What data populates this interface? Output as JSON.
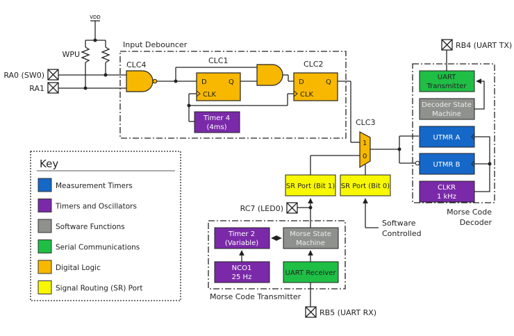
{
  "colors": {
    "measurement": "#1568c8",
    "timer": "#7a2aa8",
    "software": "#8f918c",
    "serial": "#1fbe45",
    "logic": "#f8b800",
    "sr": "#f8f800"
  },
  "pins": {
    "vdd": "VDD",
    "wpu": "WPU",
    "ra0": "RA0 (SW0)",
    "ra1": "RA1",
    "rb4": "RB4 (UART TX)",
    "rc7": "RC7 (LED0)",
    "rb5": "RB5 (UART RX)"
  },
  "groups": {
    "debouncer": "Input Debouncer",
    "decoder_l1": "Morse Code",
    "decoder_l2": "Decoder",
    "transmitter": "Morse Code Transmitter"
  },
  "logic": {
    "clc4": "CLC4",
    "clc1": "CLC1",
    "clc2": "CLC2",
    "clc3": "CLC3",
    "d": "D",
    "q": "Q",
    "clk": "CLK",
    "mux1": "1",
    "mux0": "0"
  },
  "blocks": {
    "timer4_l1": "Timer 4",
    "timer4_l2": "(4ms)",
    "uart_tx_l1": "UART",
    "uart_tx_l2": "Transmitter",
    "decoder_sm_l1": "Decoder State",
    "decoder_sm_l2": "Machine",
    "utmr_a": "UTMR A",
    "utmr_b": "UTMR B",
    "clkr_l1": "CLKR",
    "clkr_l2": "1 kHz",
    "sr_bit1": "SR Port (Bit 1)",
    "sr_bit0": "SR Port (Bit 0)",
    "timer2_l1": "Timer 2",
    "timer2_l2": "(Variable)",
    "morse_sm_l1": "Morse State",
    "morse_sm_l2": "Machine",
    "nco1_l1": "NCO1",
    "nco1_l2": "25 Hz",
    "uart_rx": "UART Receiver"
  },
  "annotations": {
    "sw_l1": "Software",
    "sw_l2": "Controlled"
  },
  "key": {
    "title": "Key",
    "items": [
      {
        "label": "Measurement Timers",
        "color": "#1568c8"
      },
      {
        "label": "Timers and Oscillators",
        "color": "#7a2aa8"
      },
      {
        "label": "Software Functions",
        "color": "#8f918c"
      },
      {
        "label": "Serial Communications",
        "color": "#1fbe45"
      },
      {
        "label": "Digital Logic",
        "color": "#f8b800"
      },
      {
        "label": "Signal Routing (SR) Port",
        "color": "#f8f800"
      }
    ]
  }
}
